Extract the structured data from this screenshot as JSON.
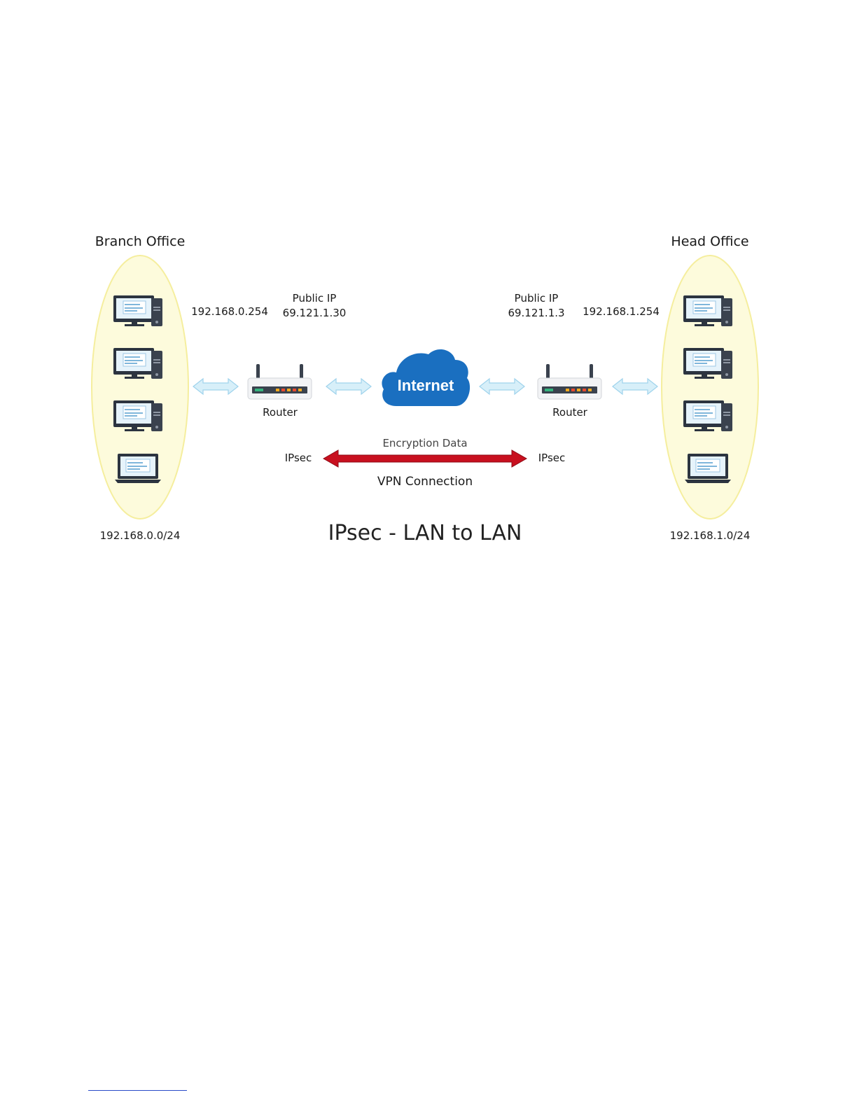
{
  "diagram": {
    "branch": {
      "title": "Branch Office",
      "lan_ip": "192.168.0.254",
      "public_ip_label": "Public IP",
      "public_ip": "69.121.1.30",
      "router_label": "Router",
      "ipsec_label": "IPsec",
      "subnet": "192.168.0.0/24"
    },
    "head": {
      "title": "Head Office",
      "lan_ip": "192.168.1.254",
      "public_ip_label": "Public IP",
      "public_ip": "69.121.1.3",
      "router_label": "Router",
      "ipsec_label": "IPsec",
      "subnet": "192.168.1.0/24"
    },
    "cloud_label": "Internet",
    "encryption_label": "Encryption Data",
    "vpn_label": "VPN Connection",
    "title": "IPsec - LAN to LAN",
    "colors": {
      "ellipse_fill": "#fdfbdc",
      "ellipse_stroke": "#f5ee9e",
      "cloud": "#1a6fc0",
      "vpn_arrow": "#c8101f",
      "link_arrow": "#bfe4f5"
    }
  }
}
